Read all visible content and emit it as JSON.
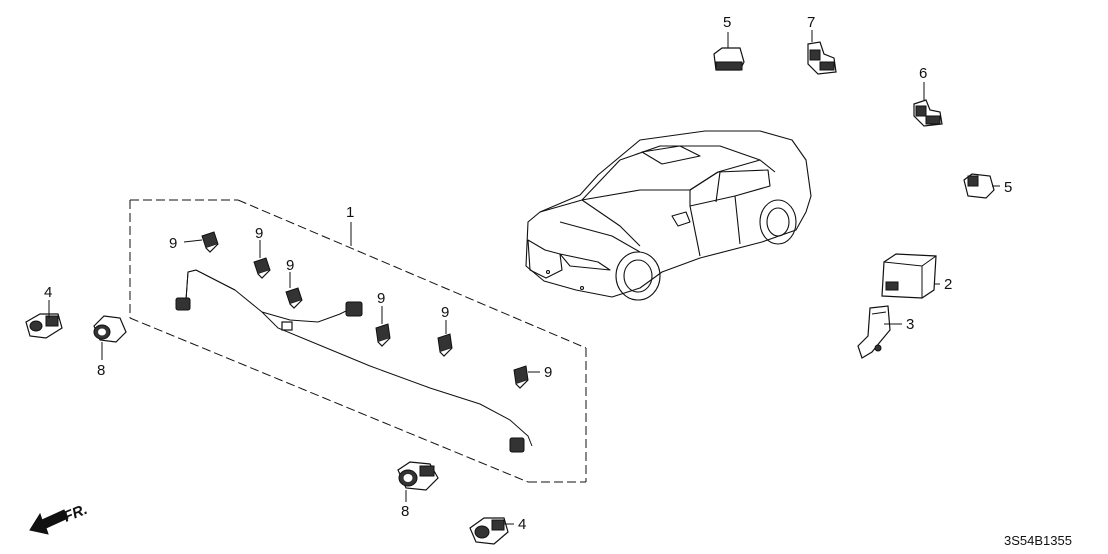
{
  "callouts": {
    "c1": "1",
    "c2": "2",
    "c3": "3",
    "c4a": "4",
    "c4b": "4",
    "c5a": "5",
    "c5b": "5",
    "c6": "6",
    "c7": "7",
    "c8a": "8",
    "c8b": "8",
    "c9a": "9",
    "c9b": "9",
    "c9c": "9",
    "c9d": "9",
    "c9e": "9",
    "c9f": "9"
  },
  "orientation": {
    "label": "FR."
  },
  "diagram_code": "3S54B1355"
}
